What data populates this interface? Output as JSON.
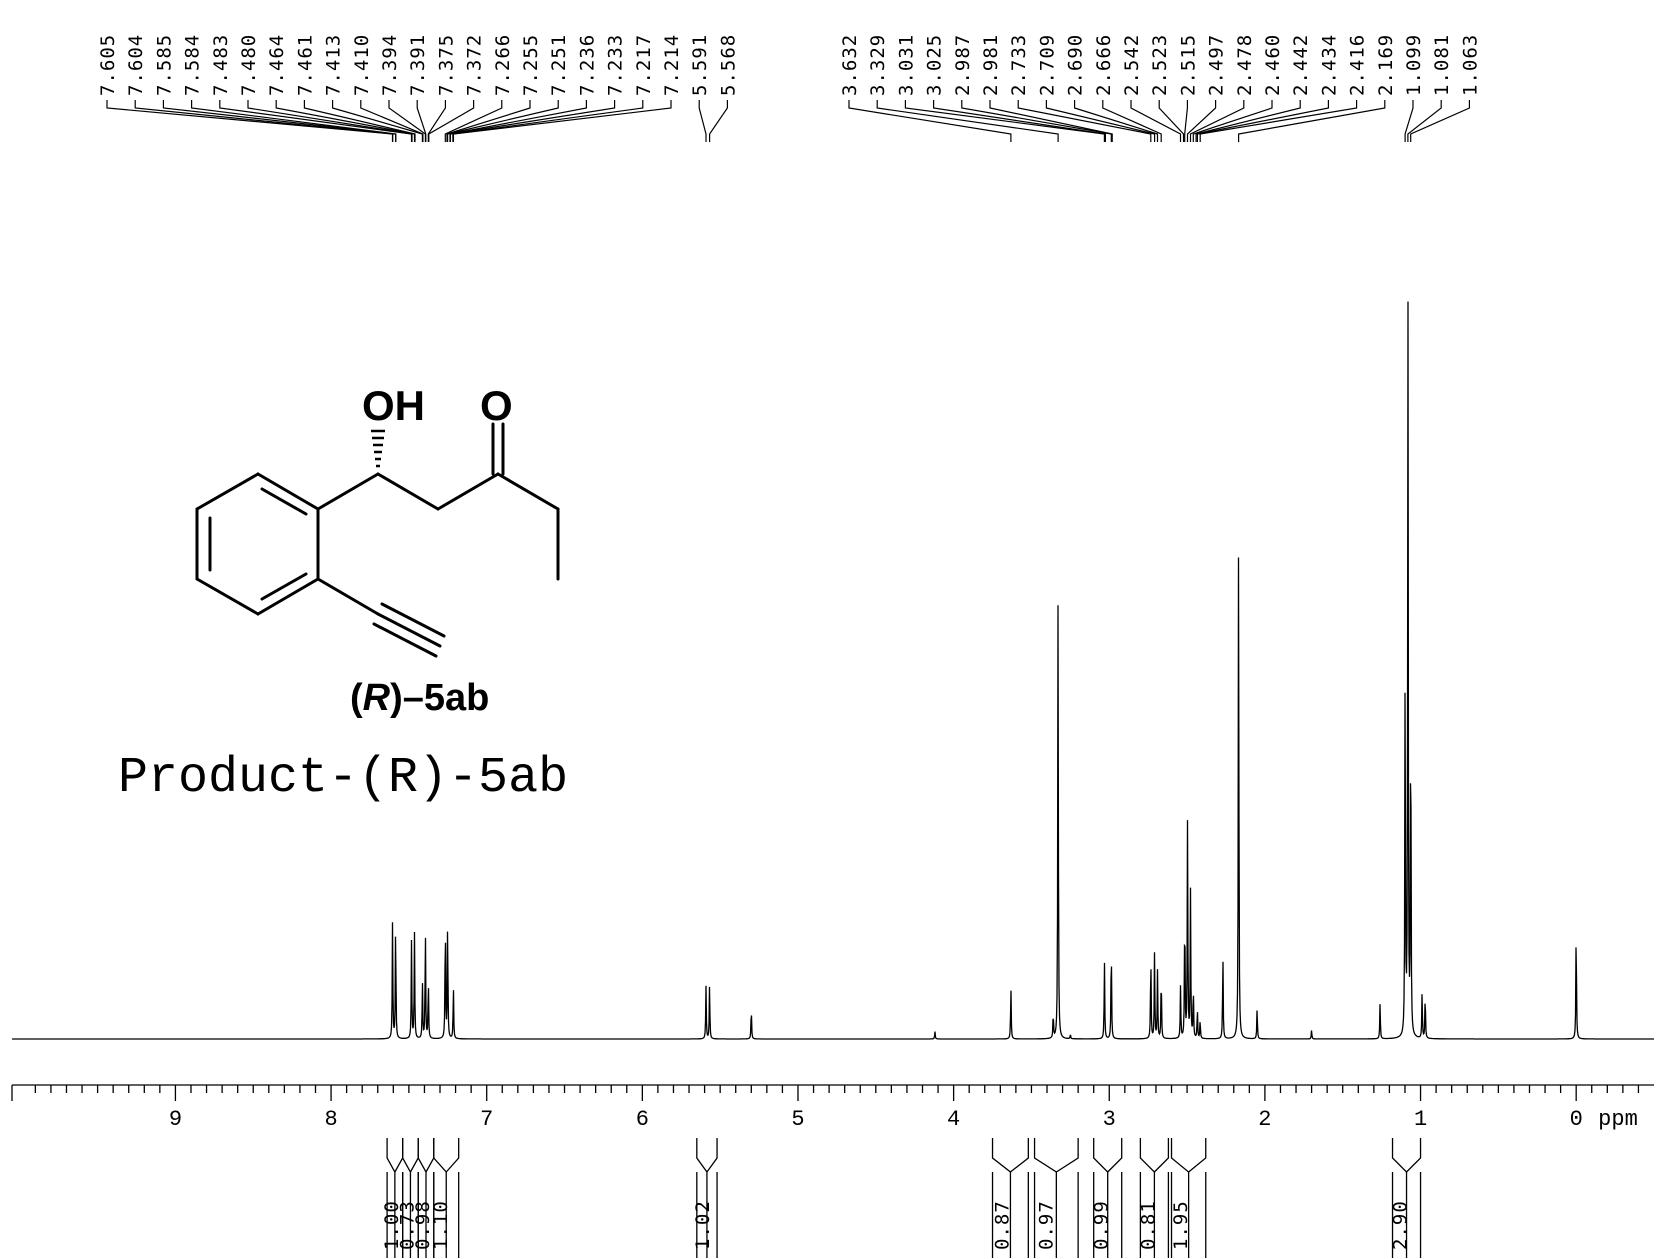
{
  "chart_data": {
    "type": "line",
    "title": "",
    "xlabel": "ppm",
    "xlim": [
      10.05,
      -0.5
    ],
    "x_reversed": true,
    "x_ticks": [
      "9",
      "8",
      "7",
      "6",
      "5",
      "4",
      "3",
      "2",
      "1",
      "0"
    ],
    "grid": false,
    "series": [
      {
        "peaks": [
          {
            "ppm": 7.605,
            "height": 0.155
          },
          {
            "ppm": 7.585,
            "height": 0.16
          },
          {
            "ppm": 7.483,
            "height": 0.13
          },
          {
            "ppm": 7.464,
            "height": 0.14
          },
          {
            "ppm": 7.413,
            "height": 0.075
          },
          {
            "ppm": 7.394,
            "height": 0.148
          },
          {
            "ppm": 7.375,
            "height": 0.08
          },
          {
            "ppm": 7.266,
            "height": 0.165
          },
          {
            "ppm": 7.251,
            "height": 0.16
          },
          {
            "ppm": 7.214,
            "height": 0.07
          },
          {
            "ppm": 5.591,
            "height": 0.07
          },
          {
            "ppm": 5.568,
            "height": 0.072
          },
          {
            "ppm": 5.3,
            "height": 0.043
          },
          {
            "ppm": 4.12,
            "height": 0.01
          },
          {
            "ppm": 3.632,
            "height": 0.07
          },
          {
            "ppm": 3.36,
            "height": 0.035
          },
          {
            "ppm": 3.329,
            "height": 0.59
          },
          {
            "ppm": 3.25,
            "height": 0.006
          },
          {
            "ppm": 3.031,
            "height": 0.104
          },
          {
            "ppm": 2.987,
            "height": 0.134
          },
          {
            "ppm": 2.733,
            "height": 0.117
          },
          {
            "ppm": 2.709,
            "height": 0.115
          },
          {
            "ppm": 2.69,
            "height": 0.09
          },
          {
            "ppm": 2.666,
            "height": 0.09
          },
          {
            "ppm": 2.542,
            "height": 0.07
          },
          {
            "ppm": 2.515,
            "height": 0.18
          },
          {
            "ppm": 2.497,
            "height": 0.29
          },
          {
            "ppm": 2.478,
            "height": 0.195
          },
          {
            "ppm": 2.46,
            "height": 0.07
          },
          {
            "ppm": 2.434,
            "height": 0.04
          },
          {
            "ppm": 2.416,
            "height": 0.025
          },
          {
            "ppm": 2.27,
            "height": 0.115
          },
          {
            "ppm": 2.169,
            "height": 0.69
          },
          {
            "ppm": 2.05,
            "height": 0.042
          },
          {
            "ppm": 1.7,
            "height": 0.012
          },
          {
            "ppm": 1.26,
            "height": 0.048
          },
          {
            "ppm": 1.099,
            "height": 0.51
          },
          {
            "ppm": 1.081,
            "height": 1.0
          },
          {
            "ppm": 1.063,
            "height": 0.47
          },
          {
            "ppm": 0.99,
            "height": 0.062
          },
          {
            "ppm": 0.97,
            "height": 0.062
          },
          {
            "ppm": 0.0,
            "height": 0.155
          }
        ]
      }
    ],
    "peak_labels_aromatic": [
      "7.605",
      "7.604",
      "7.585",
      "7.584",
      "7.483",
      "7.480",
      "7.464",
      "7.461",
      "7.413",
      "7.410",
      "7.394",
      "7.391",
      "7.375",
      "7.372",
      "7.266",
      "7.255",
      "7.251",
      "7.236",
      "7.233",
      "7.217",
      "7.214",
      "5.591",
      "5.568"
    ],
    "peak_labels_aliphatic": [
      "3.632",
      "3.329",
      "3.031",
      "3.025",
      "2.987",
      "2.981",
      "2.733",
      "2.709",
      "2.690",
      "2.666",
      "2.542",
      "2.523",
      "2.515",
      "2.497",
      "2.478",
      "2.460",
      "2.442",
      "2.434",
      "2.416",
      "2.169",
      "1.099",
      "1.081",
      "1.063"
    ],
    "integrals": [
      {
        "from": 7.64,
        "to": 7.54,
        "value": "1.00"
      },
      {
        "from": 7.54,
        "to": 7.44,
        "value": "0.73"
      },
      {
        "from": 7.44,
        "to": 7.34,
        "value": "0.98"
      },
      {
        "from": 7.34,
        "to": 7.18,
        "value": "1.10"
      },
      {
        "from": 5.65,
        "to": 5.52,
        "value": "1.02"
      },
      {
        "from": 3.75,
        "to": 3.52,
        "value": "0.87"
      },
      {
        "from": 3.48,
        "to": 3.2,
        "value": "0.97"
      },
      {
        "from": 3.1,
        "to": 2.92,
        "value": "0.99"
      },
      {
        "from": 2.8,
        "to": 2.62,
        "value": "0.81"
      },
      {
        "from": 2.6,
        "to": 2.38,
        "value": "1.95"
      },
      {
        "from": 1.18,
        "to": 1.0,
        "value": "2.90"
      }
    ]
  },
  "molecule": {
    "oh_label": "OH",
    "o_label": "O",
    "compound_r": "R",
    "compound_open": "(",
    "compound_rest": ")–5ab",
    "sample_name": "Product-(R)-5ab"
  }
}
